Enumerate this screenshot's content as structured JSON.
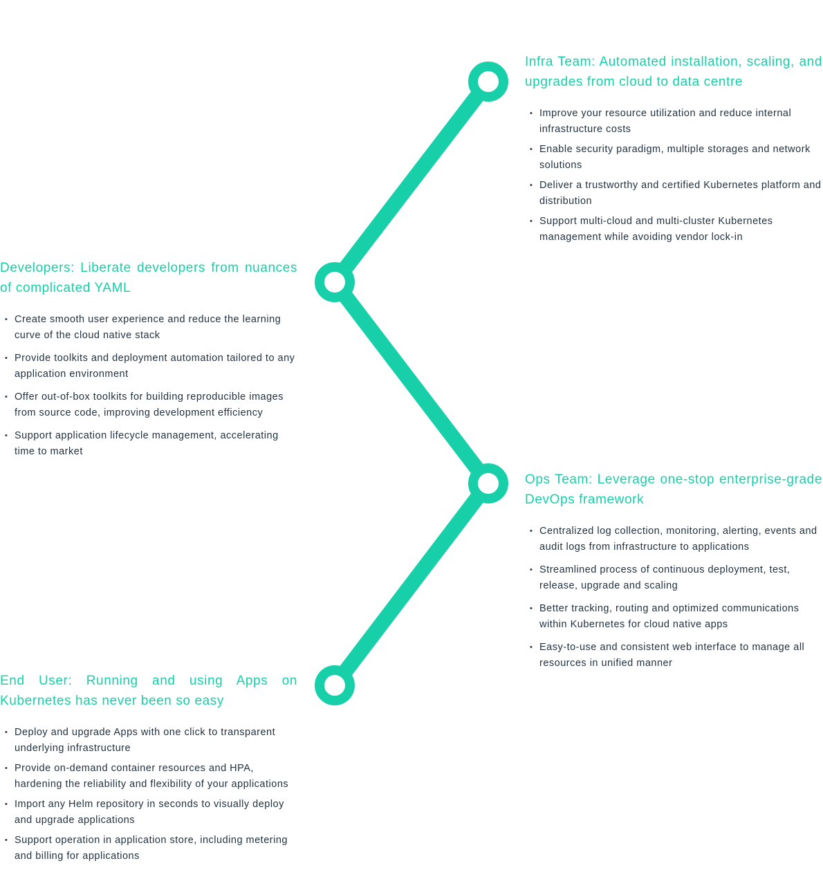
{
  "colors": {
    "accent": "#17d0a9",
    "text": "#22313f",
    "background": "#ffffff"
  },
  "sections": [
    {
      "title": "Infra Team: Automated installation, scaling, and upgrades from cloud to data centre",
      "bullets": [
        "Improve your resource utilization and reduce internal infrastructure costs",
        "Enable security paradigm, multiple storages and network solutions",
        "Deliver a trustworthy and certified Kubernetes platform and distribution",
        "Support multi-cloud and multi-cluster Kubernetes management while avoiding vendor lock-in"
      ]
    },
    {
      "title": "Developers: Liberate developers from nuances of complicated YAML",
      "bullets": [
        "Create smooth user experience and reduce the learning curve of the cloud native stack",
        "Provide toolkits and deployment automation tailored to any application environment",
        "Offer out-of-box toolkits for building reproducible images from source code, improving development efficiency",
        "Support application lifecycle management, accelerating time to market"
      ]
    },
    {
      "title": "Ops Team: Leverage one-stop enterprise-grade DevOps framework",
      "bullets": [
        "Centralized log collection, monitoring, alerting, events and audit logs from infrastructure to applications",
        "Streamlined process of continuous deployment, test, release, upgrade and scaling",
        "Better tracking, routing and optimized communications within Kubernetes for cloud native apps",
        "Easy-to-use and consistent web interface to manage all resources in unified manner"
      ]
    },
    {
      "title": "End User: Running and using Apps on Kubernetes has never been so easy",
      "bullets": [
        "Deploy and upgrade Apps with one click to transparent underlying infrastructure",
        "Provide on-demand container resources and HPA, hardening the reliability and flexibility of your applications",
        "Import any Helm repository in seconds to visually deploy and upgrade applications",
        "Support operation in application store, including metering and billing for applications"
      ]
    }
  ]
}
